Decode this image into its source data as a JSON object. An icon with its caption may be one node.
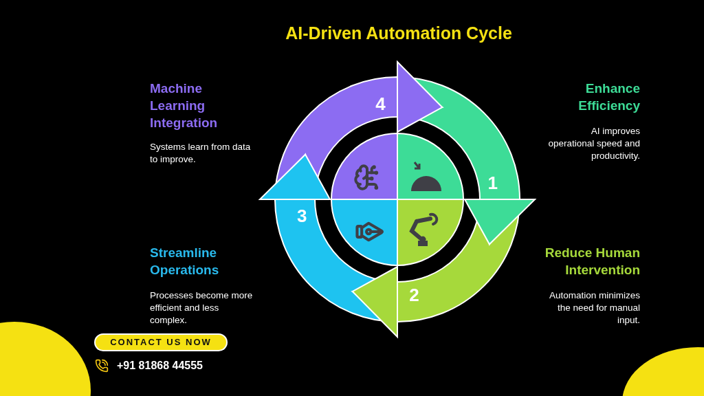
{
  "diagram": {
    "title": "AI-Driven Automation Cycle",
    "nodes": [
      {
        "text": [
          "1"
        ]
      },
      {
        "text": [
          "2"
        ]
      },
      {
        "text": [
          "3"
        ]
      },
      {
        "text": [
          "4"
        ]
      }
    ],
    "edges": [
      {
        "from": 0,
        "to": 1,
        "arrow": "to"
      },
      {
        "from": 1,
        "to": 2,
        "arrow": "to"
      },
      {
        "from": 2,
        "to": 3,
        "arrow": "to"
      },
      {
        "from": 3,
        "to": 0,
        "arrow": "to"
      }
    ],
    "labels": [
      "Machine Learning Integration",
      "Systems learn from data to improve.",
      "Enhance Efficiency",
      "AI improves operational speed and productivity.",
      "Streamline Operations",
      "Processes become more efficient and less complex.",
      "Reduce Human Intervention",
      "Automation minimizes the need for manual input.",
      "CONTACT US NOW",
      "+91 81868 44555"
    ]
  }
}
